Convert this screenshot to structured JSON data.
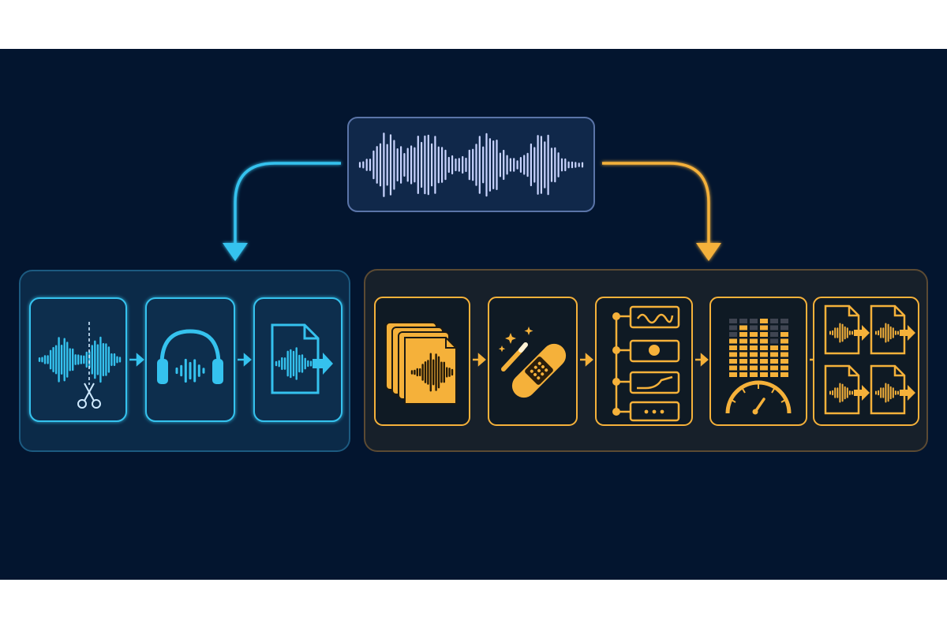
{
  "colors": {
    "background": "#03152f",
    "blue": "#35c2ee",
    "blue_group_fill": "#0b2a48",
    "blue_group_stroke": "#1c5a80",
    "orange": "#f5b13a",
    "orange_group_fill": "#17202a",
    "orange_group_stroke": "#5b4a33",
    "source_wave": "#c9d4ff",
    "source_box_stroke": "#5a74a8",
    "source_box_fill": "#10284a",
    "meter_dim": "#3f4552"
  },
  "source": {
    "name": "source-audio-waveform",
    "icon": "waveform-icon"
  },
  "branches": [
    {
      "name": "quick-edit-workflow",
      "color_key": "blue",
      "steps": [
        {
          "name": "trim-waveform-step",
          "icon": "waveform-scissors-icon"
        },
        {
          "name": "listen-preview-step",
          "icon": "headphones-icon"
        },
        {
          "name": "export-audio-step",
          "icon": "audio-file-export-icon"
        }
      ]
    },
    {
      "name": "batch-processing-workflow",
      "color_key": "orange",
      "steps": [
        {
          "name": "batch-files-step",
          "icon": "stacked-audio-files-icon"
        },
        {
          "name": "repair-step",
          "icon": "bandage-magic-wand-icon"
        },
        {
          "name": "effects-chain-step",
          "icon": "effects-chain-icon"
        },
        {
          "name": "level-metering-step",
          "icon": "level-meter-gauge-icon"
        },
        {
          "name": "batch-export-step",
          "icon": "multi-file-export-icon"
        }
      ]
    }
  ]
}
